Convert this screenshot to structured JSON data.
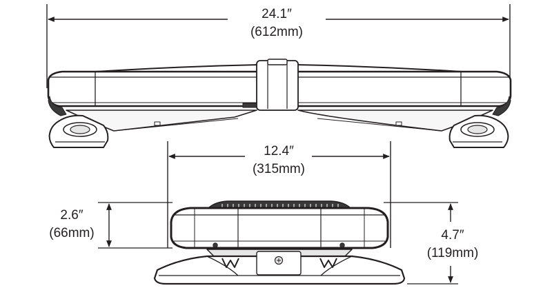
{
  "palette": {
    "ink": "#231f20",
    "body_fill": "#ffffff",
    "shade": "#e6e6e6",
    "dark": "#3a3a3a"
  },
  "dimensions": {
    "overall_length": {
      "imperial": "24.1″",
      "metric": "(612mm)"
    },
    "base_width": {
      "imperial": "12.4″",
      "metric": "(315mm)"
    },
    "body_height": {
      "imperial": "2.6″",
      "metric": "(66mm)"
    },
    "total_height": {
      "imperial": "4.7″",
      "metric": "(119mm)"
    }
  },
  "views": {
    "front_view": {
      "icon": "lightbar-front-view-drawing"
    },
    "side_view": {
      "icon": "lightbar-side-view-drawing"
    }
  }
}
